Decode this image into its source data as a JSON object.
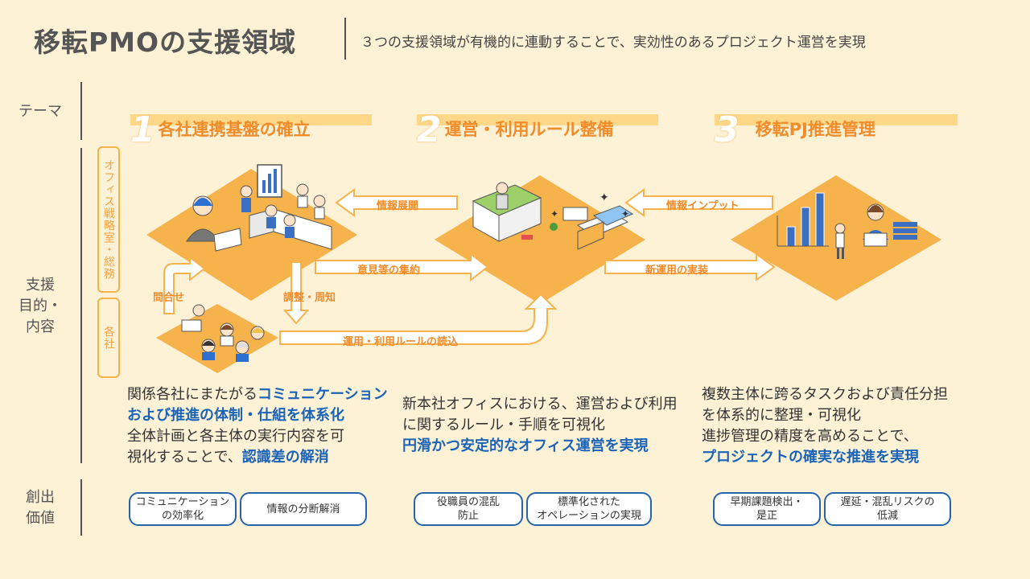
{
  "header": {
    "title": "移転PMOの支援領域",
    "subtitle": "３つの支援領域が有機的に連動することで、実効性のあるプロジェクト運営を実現"
  },
  "rows": {
    "theme": "テーマ",
    "purpose_lines": [
      "支援",
      "目的・",
      "内容"
    ],
    "value_lines": [
      "創出",
      "価値"
    ]
  },
  "side_tags": {
    "office": "オフィス戦略室・総務",
    "companies": "各社"
  },
  "themes": [
    {
      "num": "1",
      "label": "各社連携基盤の確立"
    },
    {
      "num": "2",
      "label": "運営・利用ルール整備"
    },
    {
      "num": "3",
      "label": "移転PJ推進管理"
    }
  ],
  "arrows": {
    "info_deploy": "情報展開",
    "info_input": "情報インプット",
    "collect_opinions": "意見等の集約",
    "new_operation": "新運用の実装",
    "inquiry": "問合せ",
    "adjust_notify": "調整・周知",
    "rule_reading": "運用・利用ルールの読込"
  },
  "descriptions": [
    {
      "l1": "関係各社にまたがる",
      "l1b": "コミュニケーション",
      "l2b": "および推進の体制・仕組を体系化",
      "l3": "全体計画と各主体の実行内容を可",
      "l4": "視化することで、",
      "l4b": "認識差の解消"
    },
    {
      "l1": "新本社オフィスにおける、運営および利用",
      "l2": "に関するルール・手順を可視化",
      "l3b": "円滑かつ安定的なオフィス運営を実現"
    },
    {
      "l1": "複数主体に跨るタスクおよび責任分担",
      "l2": "を体系的に整理・可視化",
      "l3": "進捗管理の精度を高めることで、",
      "l4b": "プロジェクトの確実な推進を実現"
    }
  ],
  "values": [
    {
      "a1": "コミュニケーション",
      "a2": "の効率化",
      "b1": "情報の分断解消",
      "b2": ""
    },
    {
      "a1": "役職員の混乱",
      "a2": "防止",
      "b1": "標準化された",
      "b2": "オペレーションの実現"
    },
    {
      "a1": "早期課題検出・",
      "a2": "是正",
      "b1": "遅延・混乱リスクの",
      "b2": "低減"
    }
  ],
  "colors": {
    "accent": "#f08c2a",
    "diamond": "#f6b24b",
    "blue": "#1b63b8",
    "bg": "#fdf1d6"
  }
}
